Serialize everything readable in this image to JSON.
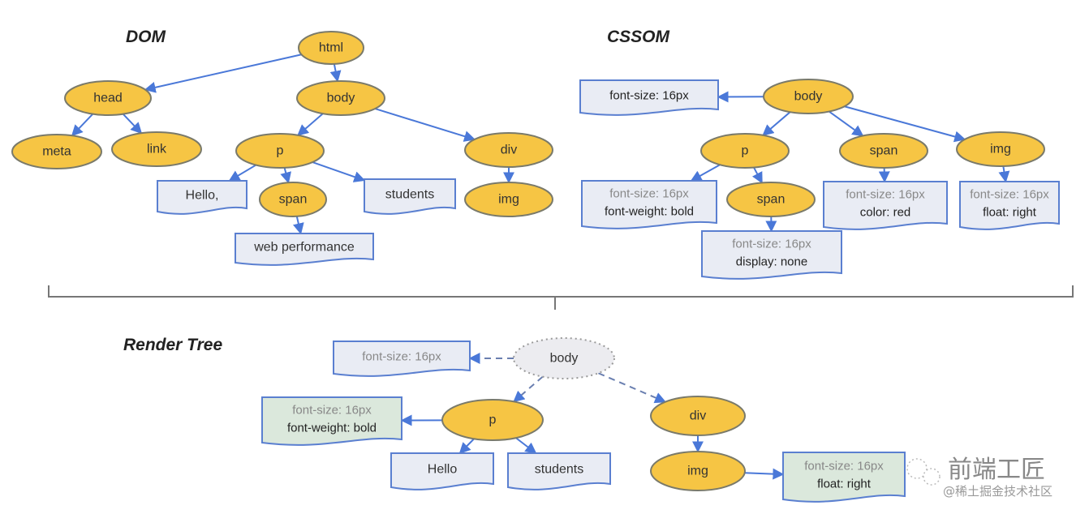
{
  "colors": {
    "node_fill": "#f6c544",
    "node_stroke": "#7a7a6a",
    "ghost_fill": "#ececf0",
    "box_fill": "#e9ecf4",
    "box_green_fill": "#dbe8dc",
    "box_stroke": "#5a7fd0",
    "edge": "#4a78d8",
    "bracket": "#777777"
  },
  "sections": {
    "dom_title": "DOM",
    "cssom_title": "CSSOM",
    "render_title": "Render Tree"
  },
  "dom": {
    "nodes": [
      {
        "id": "html",
        "label": "html",
        "kind": "element"
      },
      {
        "id": "head",
        "label": "head",
        "kind": "element"
      },
      {
        "id": "body",
        "label": "body",
        "kind": "element"
      },
      {
        "id": "meta",
        "label": "meta",
        "kind": "element"
      },
      {
        "id": "link",
        "label": "link",
        "kind": "element"
      },
      {
        "id": "p",
        "label": "p",
        "kind": "element"
      },
      {
        "id": "div",
        "label": "div",
        "kind": "element"
      },
      {
        "id": "hello",
        "label": "Hello,",
        "kind": "text"
      },
      {
        "id": "span",
        "label": "span",
        "kind": "element"
      },
      {
        "id": "students",
        "label": "students",
        "kind": "text"
      },
      {
        "id": "img",
        "label": "img",
        "kind": "element"
      },
      {
        "id": "webperf",
        "label": "web performance",
        "kind": "text"
      }
    ],
    "edges": [
      [
        "html",
        "head"
      ],
      [
        "html",
        "body"
      ],
      [
        "head",
        "meta"
      ],
      [
        "head",
        "link"
      ],
      [
        "body",
        "p"
      ],
      [
        "body",
        "div"
      ],
      [
        "p",
        "hello"
      ],
      [
        "p",
        "span"
      ],
      [
        "p",
        "students"
      ],
      [
        "div",
        "img"
      ],
      [
        "span",
        "webperf"
      ]
    ]
  },
  "cssom": {
    "nodes": [
      {
        "id": "body",
        "label": "body",
        "kind": "element"
      },
      {
        "id": "p",
        "label": "p",
        "kind": "element"
      },
      {
        "id": "span1",
        "label": "span",
        "kind": "element"
      },
      {
        "id": "img",
        "label": "img",
        "kind": "element"
      },
      {
        "id": "span2",
        "label": "span",
        "kind": "element"
      }
    ],
    "rules": [
      {
        "id": "r_body",
        "inherited": "",
        "own": "font-size: 16px"
      },
      {
        "id": "r_p",
        "inherited": "font-size: 16px",
        "own": "font-weight: bold"
      },
      {
        "id": "r_span1",
        "inherited": "font-size: 16px",
        "own": "color: red"
      },
      {
        "id": "r_img",
        "inherited": "font-size: 16px",
        "own": "float: right"
      },
      {
        "id": "r_span2",
        "inherited": "font-size: 16px",
        "own": "display: none"
      }
    ],
    "edges": [
      [
        "body",
        "r_body"
      ],
      [
        "body",
        "p"
      ],
      [
        "body",
        "span1"
      ],
      [
        "body",
        "img"
      ],
      [
        "p",
        "r_p"
      ],
      [
        "p",
        "span2"
      ],
      [
        "span1",
        "r_span1"
      ],
      [
        "img",
        "r_img"
      ],
      [
        "span2",
        "r_span2"
      ]
    ]
  },
  "render_tree": {
    "nodes": [
      {
        "id": "body",
        "label": "body",
        "kind": "ghost"
      },
      {
        "id": "p",
        "label": "p",
        "kind": "element"
      },
      {
        "id": "div",
        "label": "div",
        "kind": "element"
      },
      {
        "id": "img",
        "label": "img",
        "kind": "element"
      },
      {
        "id": "hello",
        "label": "Hello",
        "kind": "text"
      },
      {
        "id": "students",
        "label": "students",
        "kind": "text"
      }
    ],
    "rules": [
      {
        "id": "r_body",
        "inherited": "",
        "own": "font-size: 16px",
        "style": "plain-light"
      },
      {
        "id": "r_p",
        "inherited": "font-size: 16px",
        "own": "font-weight: bold",
        "style": "green"
      },
      {
        "id": "r_img",
        "inherited": "font-size: 16px",
        "own": "float: right",
        "style": "green"
      }
    ],
    "edges": [
      [
        "body",
        "r_body",
        "dashed"
      ],
      [
        "body",
        "p",
        "dashed"
      ],
      [
        "body",
        "div",
        "dashed"
      ],
      [
        "p",
        "r_p",
        "solid"
      ],
      [
        "p",
        "hello",
        "solid"
      ],
      [
        "p",
        "students",
        "solid"
      ],
      [
        "div",
        "img",
        "solid"
      ],
      [
        "img",
        "r_img",
        "solid"
      ]
    ]
  },
  "watermark": {
    "main": "前端工匠",
    "sub": "@稀土掘金技术社区"
  }
}
